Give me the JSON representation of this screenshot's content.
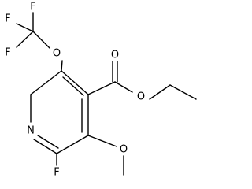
{
  "structure": {
    "atoms": {
      "f_top": "F",
      "f_left_upper": "F",
      "f_left_lower": "F",
      "o_trifluoromethoxy": "O",
      "o_carbonyl": "O",
      "o_ester": "O",
      "n_ring": "N",
      "o_methoxy": "O",
      "f_ring": "F"
    }
  },
  "colors": {
    "bond": "#000000",
    "label": "#000000",
    "background": "#ffffff"
  }
}
